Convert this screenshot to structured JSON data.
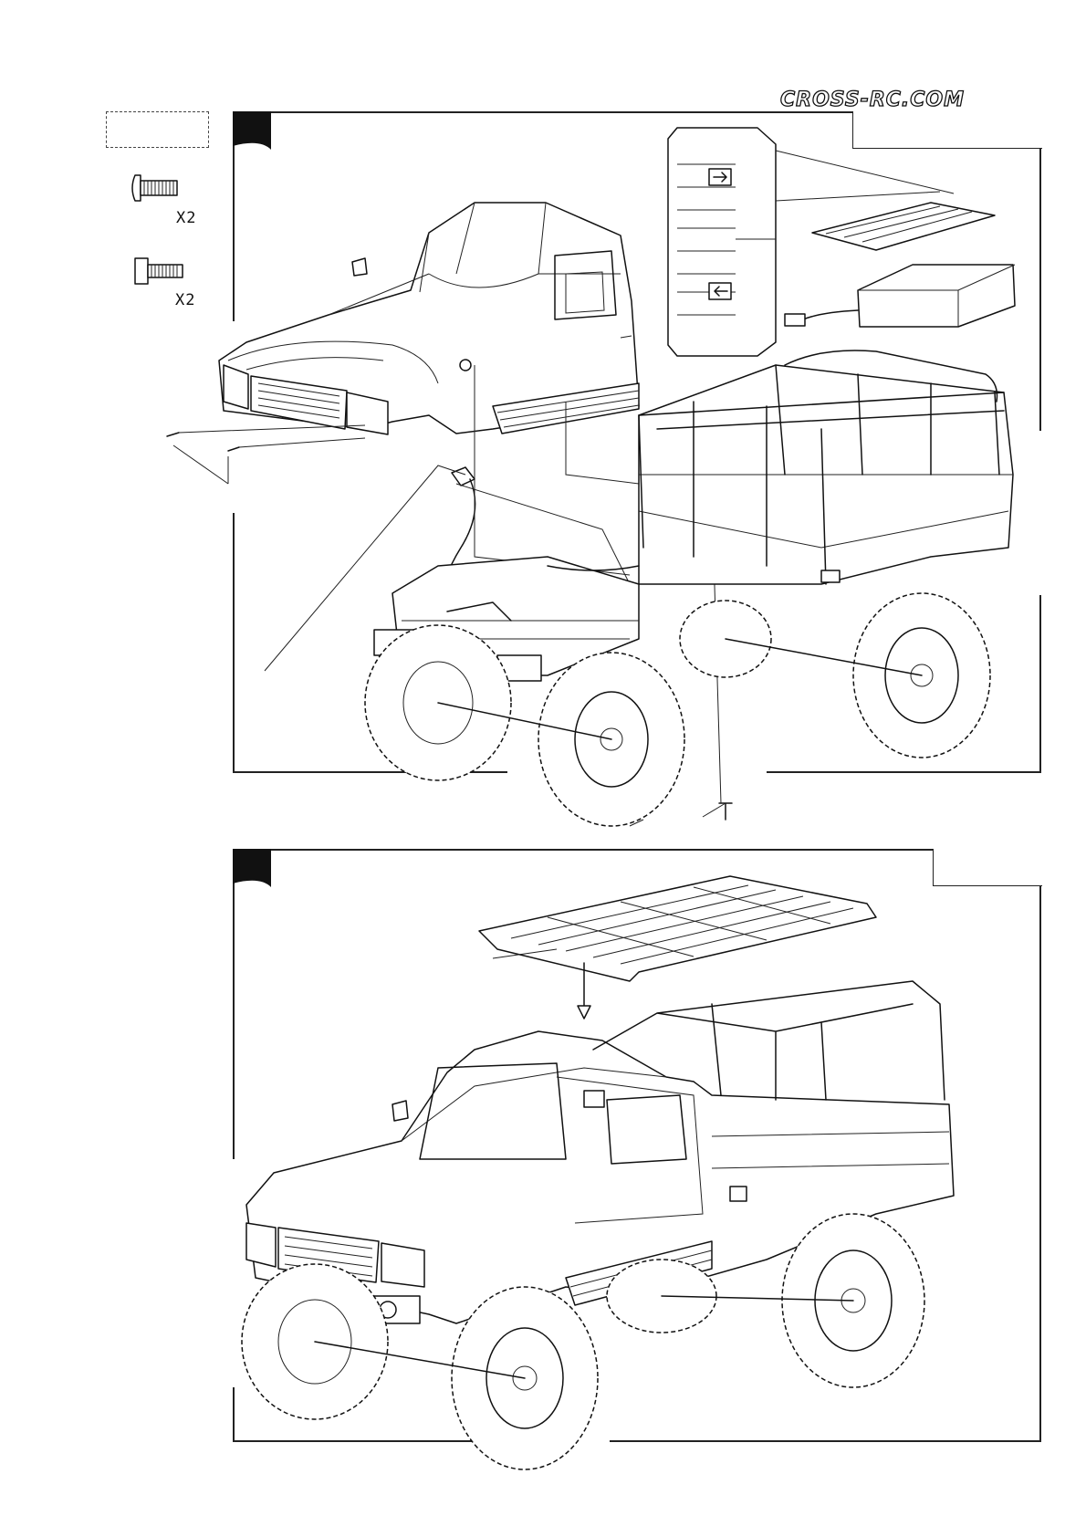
{
  "header": {
    "logo_text": "CROSS-RC.COM"
  },
  "parts": {
    "items": [
      {
        "icon": "button-head-screw-icon",
        "quantity": "X2"
      },
      {
        "icon": "cap-head-screw-icon",
        "quantity": "X2"
      }
    ]
  },
  "steps": [
    {
      "id": "step-1",
      "content": "cab body, battery and receiver installation onto chassis with bed and roll cage"
    },
    {
      "id": "step-2",
      "content": "roof rack installation onto assembled truck"
    }
  ]
}
